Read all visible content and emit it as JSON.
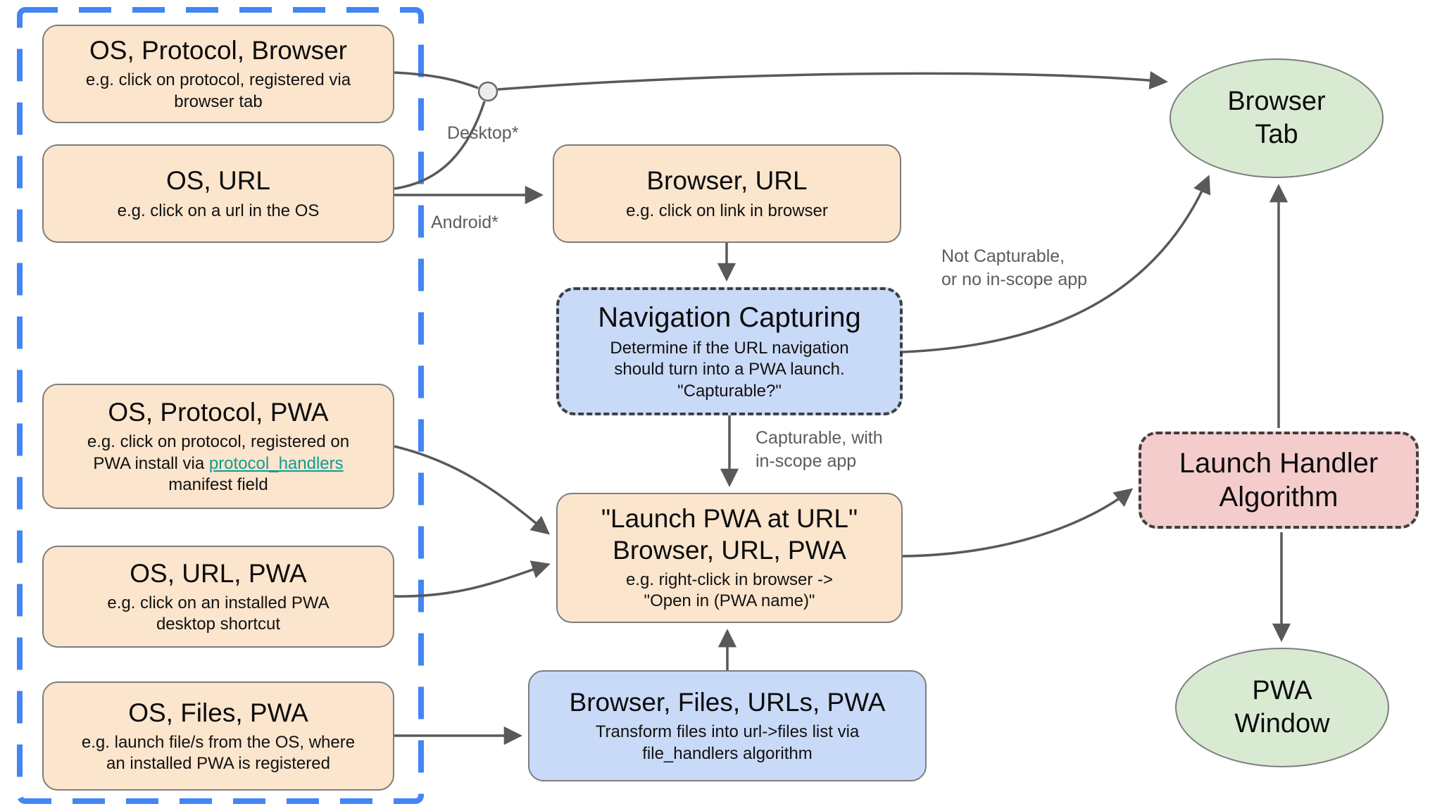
{
  "nodes": {
    "os_protocol_browser": {
      "title": "OS, Protocol, Browser",
      "subtitle": "e.g. click on protocol, registered via\nbrowser tab"
    },
    "os_url": {
      "title": "OS, URL",
      "subtitle": "e.g. click on a url in the OS"
    },
    "os_protocol_pwa": {
      "title": "OS, Protocol, PWA",
      "subtitle_pre": "e.g. click on protocol, registered on\nPWA install via ",
      "link_text": "protocol_handlers",
      "subtitle_post": "\nmanifest field"
    },
    "os_url_pwa": {
      "title": "OS, URL, PWA",
      "subtitle": "e.g. click on an installed PWA\ndesktop shortcut"
    },
    "os_files_pwa": {
      "title": "OS, Files, PWA",
      "subtitle": "e.g. launch file/s from the OS, where\nan installed PWA is registered"
    },
    "browser_url": {
      "title": "Browser, URL",
      "subtitle": "e.g. click on link in browser"
    },
    "navigation_capturing": {
      "title": "Navigation Capturing",
      "subtitle": "Determine if the URL navigation\nshould turn into a PWA launch.\n\"Capturable?\""
    },
    "launch_pwa_at_url": {
      "title": "\"Launch PWA at URL\"\nBrowser, URL, PWA",
      "subtitle": "e.g. right-click in browser ->\n\"Open in (PWA name)\""
    },
    "browser_files_urls_pwa": {
      "title": "Browser, Files, URLs, PWA",
      "subtitle": "Transform files into url->files list via\nfile_handlers algorithm"
    },
    "browser_tab": {
      "title": "Browser\nTab"
    },
    "launch_handler": {
      "title": "Launch Handler\nAlgorithm"
    },
    "pwa_window": {
      "title": "PWA\nWindow"
    }
  },
  "edge_labels": {
    "desktop": "Desktop*",
    "android": "Android*",
    "not_capturable": "Not Capturable,\nor no in-scope app",
    "capturable": "Capturable, with\nin-scope app"
  },
  "colors": {
    "orange_fill": "#fce5cd",
    "blue_fill": "#c9daf8",
    "pink_fill": "#f4cccc",
    "green_fill": "#d9ead3",
    "node_border": "#7d7d7d",
    "dashed_border": "#3f3f3f",
    "group_outline_blue": "#4285f4",
    "arrow_gray": "#595959",
    "link_teal": "#0f9d8f"
  }
}
